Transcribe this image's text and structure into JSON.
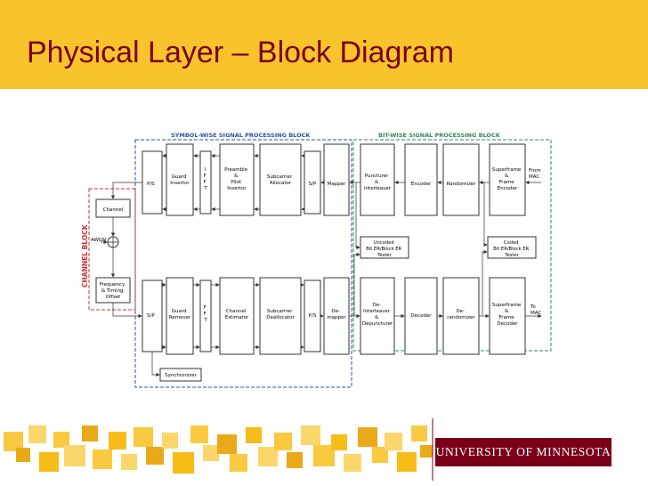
{
  "slide": {
    "title": "Physical Layer – Block Diagram",
    "logo_text": "University of Minnesota"
  },
  "colors": {
    "header_gold": "#f9c42b",
    "title_maroon": "#7a0019",
    "symbol_block_border": "#2255aa",
    "bit_block_border": "#2e8b57",
    "channel_block_border": "#cc3333",
    "square_colors": [
      "#f7b500",
      "#f9c42b",
      "#e8a000",
      "#fbd35c"
    ]
  },
  "diagram": {
    "symbol_block_label": "SYMBOL-WISE SIGNAL PROCESSING BLOCK",
    "bit_block_label": "BIT-WISE SIGNAL PROCESSING BLOCK",
    "channel_block_label": "CHANNEL BLOCK",
    "tx": {
      "ps": "P/S",
      "guard_inserter": [
        "Guard",
        "Insertor"
      ],
      "ifft": [
        "I",
        "F",
        "F",
        "T"
      ],
      "preamble": [
        "Preamble",
        "&",
        "Pilot",
        "Insertor"
      ],
      "subcarrier_alloc": [
        "Subcarrier",
        "Allocator"
      ],
      "sp": "S/P",
      "mapper": "Mapper",
      "puncturer": [
        "Puncturer",
        "&",
        "Interleaver"
      ],
      "encoder": "Encoder",
      "randomizer": "Randomizer",
      "superframe_enc": [
        "Superframe",
        "&",
        "Frame",
        "Encoder"
      ],
      "from_mac": [
        "From",
        "MAC"
      ]
    },
    "rx": {
      "sp": "S/P",
      "guard_remover": [
        "Guard",
        "Remover"
      ],
      "fft": [
        "F",
        "F",
        "T"
      ],
      "channel_est": [
        "Channel",
        "Estimator"
      ],
      "subcarrier_dealloc": [
        "Subcarrier",
        "Deallocator"
      ],
      "ps": "P/S",
      "demapper": [
        "De-",
        "mapper"
      ],
      "deinterleaver": [
        "De-",
        "Interleaver",
        "&",
        "Depuncturer"
      ],
      "decoder": "Decoder",
      "derandomizer": [
        "De-",
        "randomizer"
      ],
      "superframe_dec": [
        "Superframe",
        "&",
        "Frame",
        "Decoder"
      ],
      "to_mac": [
        "To",
        "MAC"
      ]
    },
    "channel": "Channel",
    "awgn": "AWGN",
    "freq_offset": [
      "Frequency",
      "& Timing",
      "Offset"
    ],
    "synchronizer": "Synchronizer",
    "uncoded_tester": [
      "Uncoded",
      "Bit ER/Block ER",
      "Tester"
    ],
    "coded_tester": [
      "Coded",
      "Bit ER/Block ER",
      "Tester"
    ]
  }
}
